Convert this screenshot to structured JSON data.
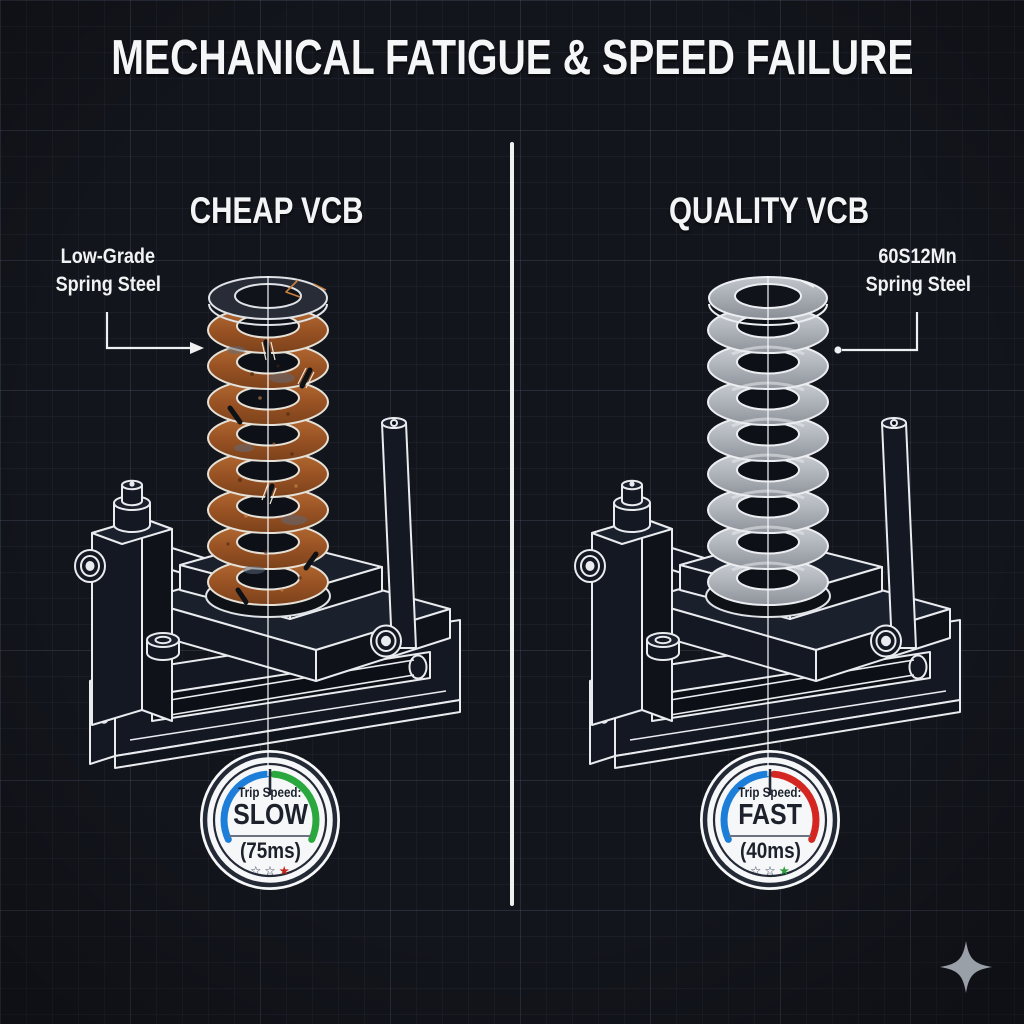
{
  "title": "MECHANICAL FATIGUE & SPEED FAILURE",
  "panels": {
    "left": {
      "heading": "CHEAP VCB",
      "annotation": {
        "line1": "Low-Grade",
        "line2": "Spring Steel"
      },
      "spring_style": "corroded-cracked-spring",
      "gauge": {
        "label": "Trip Speed:",
        "value": "SLOW",
        "time": "(75ms)",
        "arc_left_color": "#1d7ed9",
        "arc_right_color": "#2aa83e",
        "stars": [
          {
            "char": "☆",
            "color": "#2a3452"
          },
          {
            "char": "☆",
            "color": "#2a3452"
          },
          {
            "char": "★",
            "color": "#c5271f"
          }
        ]
      }
    },
    "right": {
      "heading": "QUALITY VCB",
      "annotation": {
        "line1": "60S12Mn",
        "line2": "Spring Steel"
      },
      "spring_style": "clean-steel-spring",
      "gauge": {
        "label": "Trip Speed:",
        "value": "FAST",
        "time": "(40ms)",
        "arc_left_color": "#1d7ed9",
        "arc_right_color": "#d52722",
        "stars": [
          {
            "char": "☆",
            "color": "#2a3452"
          },
          {
            "char": "☆",
            "color": "#2a3452"
          },
          {
            "char": "★",
            "color": "#2e9e3e"
          }
        ]
      }
    }
  },
  "footer": {
    "sparkle_icon": "four-point-sparkle",
    "sparkle_color": "#9aa0a7"
  },
  "colors": {
    "background": "#13151c",
    "grid_line": "#2b3342",
    "divider": "#eef0f2",
    "line_art": "#e9ebef",
    "rust": "#a85c2c",
    "clean_spring": "#b7bbc1",
    "gauge_face": "#f6f7f8",
    "gauge_ring": "#242936",
    "needle": "#242936"
  }
}
